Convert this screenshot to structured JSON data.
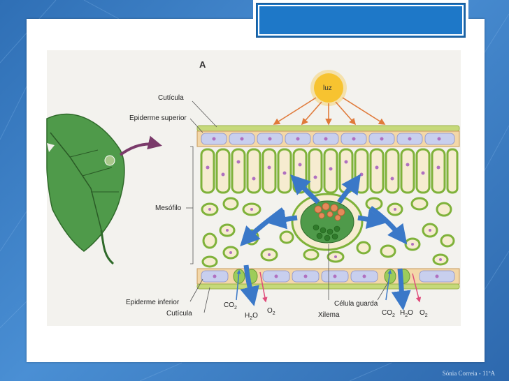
{
  "panel_letter": "A",
  "labels": {
    "luz": "luz",
    "cuticula_top": "Cutícula",
    "epiderme_superior": "Epiderme superior",
    "mesofilo": "Mesófilo",
    "epiderme_inferior": "Epiderme inferior",
    "cuticula_bottom": "Cutícula",
    "xilema": "Xilema",
    "celula_guarda": "Célula guarda"
  },
  "gas_labels": {
    "co2_left": "CO",
    "h2o_left": "H",
    "o2_left": "O",
    "co2_right": "CO",
    "h2o_right": "H",
    "o2_right": "O",
    "sub2": "2",
    "h2o_suffix": "O"
  },
  "footer": "Sónia Correia - 11ºA",
  "colors": {
    "background": "#3b7fc4",
    "title_box": "#1e78c8",
    "leaf": "#4f9a4a",
    "cuticle": "#c6d97a",
    "cell_fill": "#f6ecd0",
    "cell_border": "#7fb23a",
    "nucleus": "#b070c0",
    "arrow_blue": "#3a78c8",
    "arrow_orange": "#e07a3a",
    "sun": "#f7c431"
  }
}
